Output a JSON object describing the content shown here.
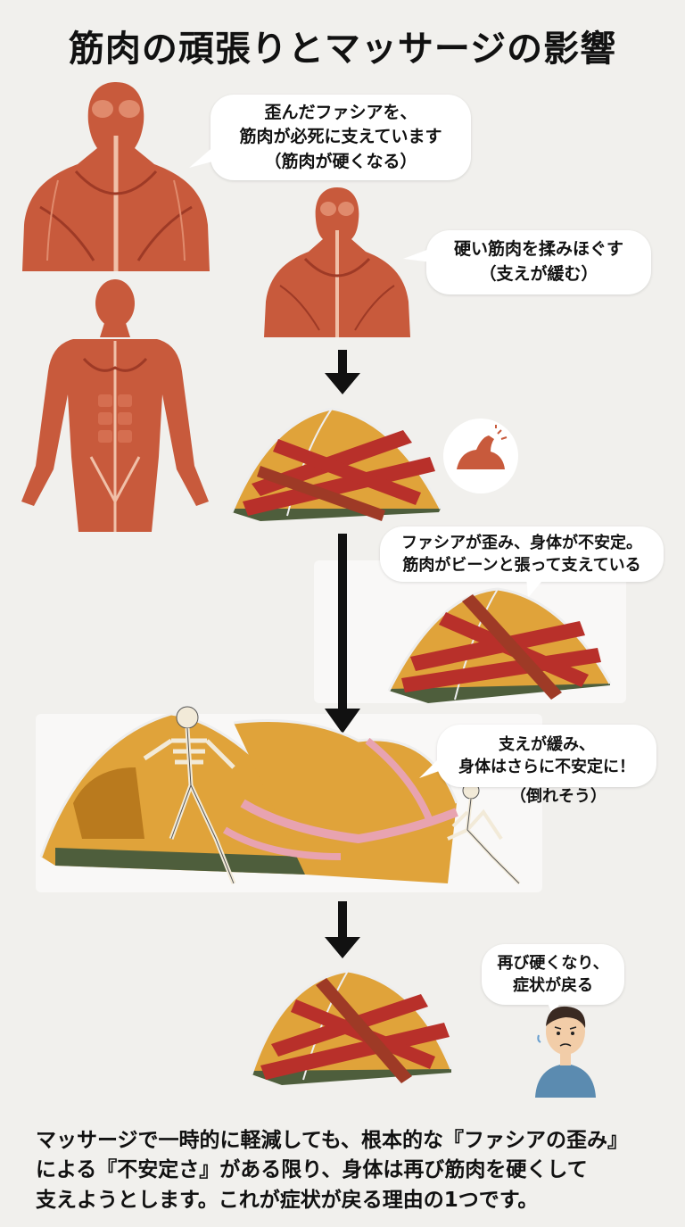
{
  "title": "筋肉の頑張りとマッサージの影響",
  "bubbles": {
    "b1": [
      "歪んだファシアを、",
      "筋肉が必死に支えています",
      "（筋肉が硬くなる）"
    ],
    "b2": [
      "硬い筋肉を揉みほぐす",
      "（支えが緩む）"
    ],
    "b3": [
      "ファシアが歪み、身体が不安定。",
      "筋肉がビーンと張って支えている"
    ],
    "b4": [
      "支えが緩み、",
      "身体はさらに不安定に！"
    ],
    "b4_note": "（倒れそう）",
    "b5": [
      "再び硬くなり、",
      "症状が戻る"
    ]
  },
  "footer": [
    "マッサージで一時的に軽減しても、根本的な『ファシアの歪み』",
    "による『不安定さ』がある限り、身体は再び筋肉を硬くして",
    "支えようとします。これが症状が戻る理由の1つです。"
  ],
  "colors": {
    "muscle": "#c85a3c",
    "muscle_dark": "#9e3a26",
    "tent": "#e0a33a",
    "tent_dark": "#b97a1e",
    "tent_base": "#4e5e3c",
    "band": "#b8302a",
    "fascia": "#e8a3b0",
    "arrow": "#111111",
    "shirt": "#5b8bb0"
  }
}
